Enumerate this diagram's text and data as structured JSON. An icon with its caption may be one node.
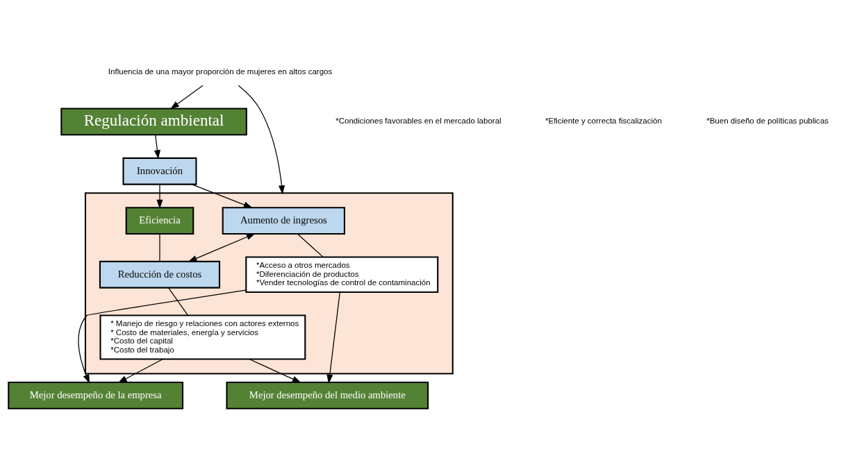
{
  "diagram": {
    "nodes": [
      {
        "text": [
          "Regulación ambiental"
        ]
      },
      {
        "text": [
          "Innovación"
        ]
      },
      {
        "text": [],
        "shape": "box"
      },
      {
        "text": [
          "Aumento de ingresos"
        ],
        "in": 2
      },
      {
        "text": [
          "Eficiencia"
        ],
        "in": 2
      },
      {
        "text": [
          "Reducción de costos"
        ],
        "in": 2
      },
      {
        "text": [
          "*Acceso a otros mercados",
          "*Diferenciación de productos",
          "*Vender tecnologías de control de contaminación"
        ],
        "in": 2
      },
      {
        "text": [
          "* Manejo de riesgo y relaciones con actores externos",
          "* Costo de materiales, energía y servicios",
          "*Costo del capital",
          "*Costo del trabajo"
        ],
        "in": 2
      },
      {
        "text": [
          "Mejor desempeño de la empresa"
        ]
      },
      {
        "text": [
          "Mejor desempeño del medio ambiente"
        ]
      },
      {
        "text": [
          "Influencia de una mayor proporción de mujeres en altos cargos"
        ]
      }
    ],
    "edges": [
      {
        "from": 0,
        "to": 1,
        "arrow": "to"
      },
      {
        "from": 1,
        "to": 3,
        "arrow": "to"
      },
      {
        "from": 1,
        "to": 4,
        "arrow": "to"
      },
      {
        "from": 3,
        "to": 5,
        "arrow": "both"
      },
      {
        "from": 3,
        "to": 6,
        "arrow": "none"
      },
      {
        "from": 4,
        "to": 5,
        "arrow": "none"
      },
      {
        "from": 5,
        "to": 7,
        "arrow": "none"
      },
      {
        "from": 6,
        "to": 8,
        "arrow": "to"
      },
      {
        "from": 6,
        "to": 9,
        "arrow": "to"
      },
      {
        "from": 7,
        "to": 8,
        "arrow": "to"
      },
      {
        "from": 7,
        "to": 9,
        "arrow": "to"
      },
      {
        "from": 10,
        "to": 0,
        "arrow": "to"
      },
      {
        "from": 10,
        "to": 2,
        "arrow": "to"
      }
    ],
    "labels": [
      "*Condiciones favorables en el mercado laboral",
      "*Eficiente y correcta fiscalización",
      "*Buen diseño de políticas publicas"
    ]
  }
}
